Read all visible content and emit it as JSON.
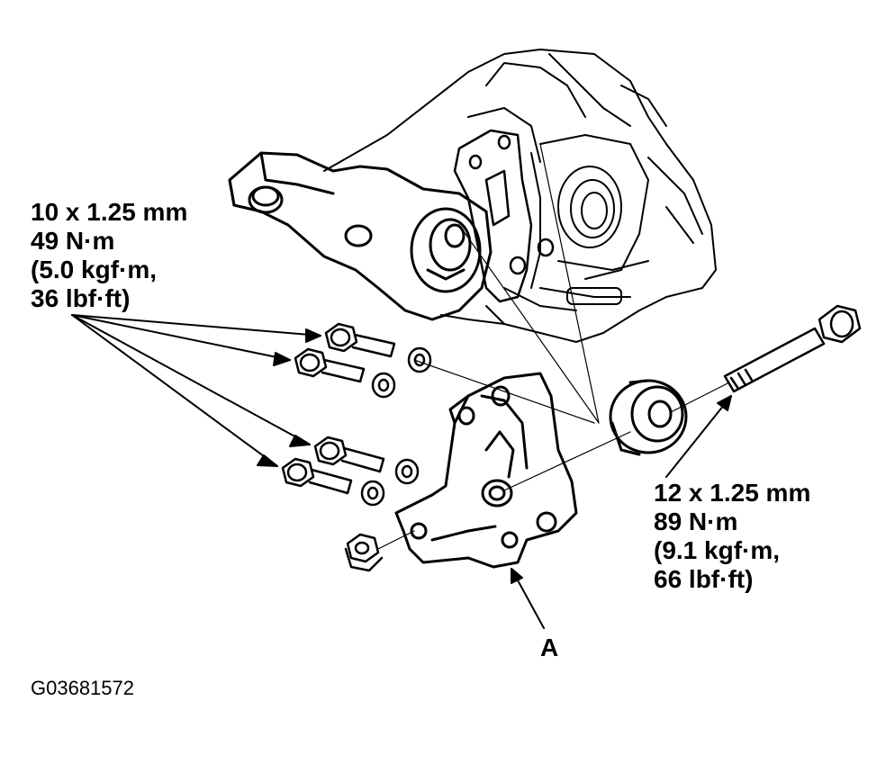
{
  "spec_left": {
    "size": "10 x 1.25 mm",
    "torque_nm": "49 N·m",
    "torque_kgf": "(5.0 kgf·m,",
    "torque_lbf": "36 lbf·ft)"
  },
  "spec_right": {
    "size": "12 x 1.25 mm",
    "torque_nm": "89 N·m",
    "torque_kgf": "(9.1 kgf·m,",
    "torque_lbf": "66 lbf·ft)"
  },
  "callout": "A",
  "figure_id": "G03681572",
  "colors": {
    "line": "#000000",
    "background": "#ffffff"
  }
}
